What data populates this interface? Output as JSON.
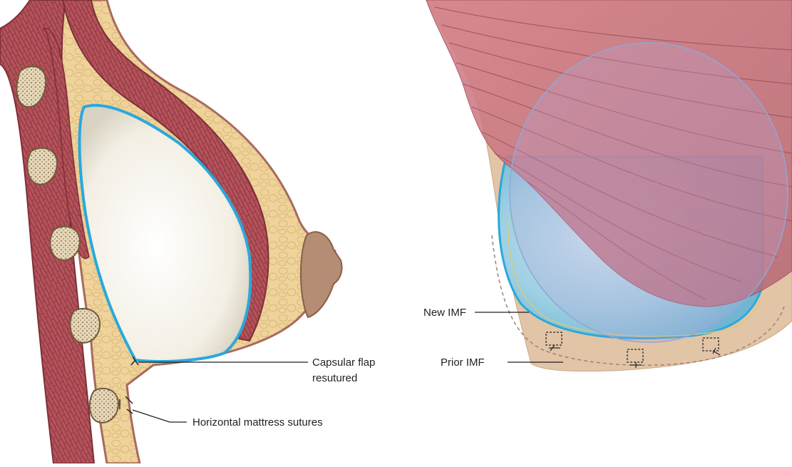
{
  "left_panel": {
    "labels": {
      "capsular_flap_line1": "Capsular flap",
      "capsular_flap_line2": "resutured",
      "horizontal_mattress": "Horizontal mattress sutures"
    }
  },
  "right_panel": {
    "labels": {
      "new_imf": "New IMF",
      "prior_imf": "Prior IMF"
    }
  },
  "colors": {
    "muscle": "#b5525a",
    "fat": "#efd39b",
    "skin": "#e2c4a6",
    "implant_shell": "#2aa8dc",
    "implant_fill": "#f7f4ec",
    "implant_blue": "#8cc8df",
    "areola": "#b58c74"
  },
  "icons": {
    "rib": "rib-cross-section-icon"
  }
}
